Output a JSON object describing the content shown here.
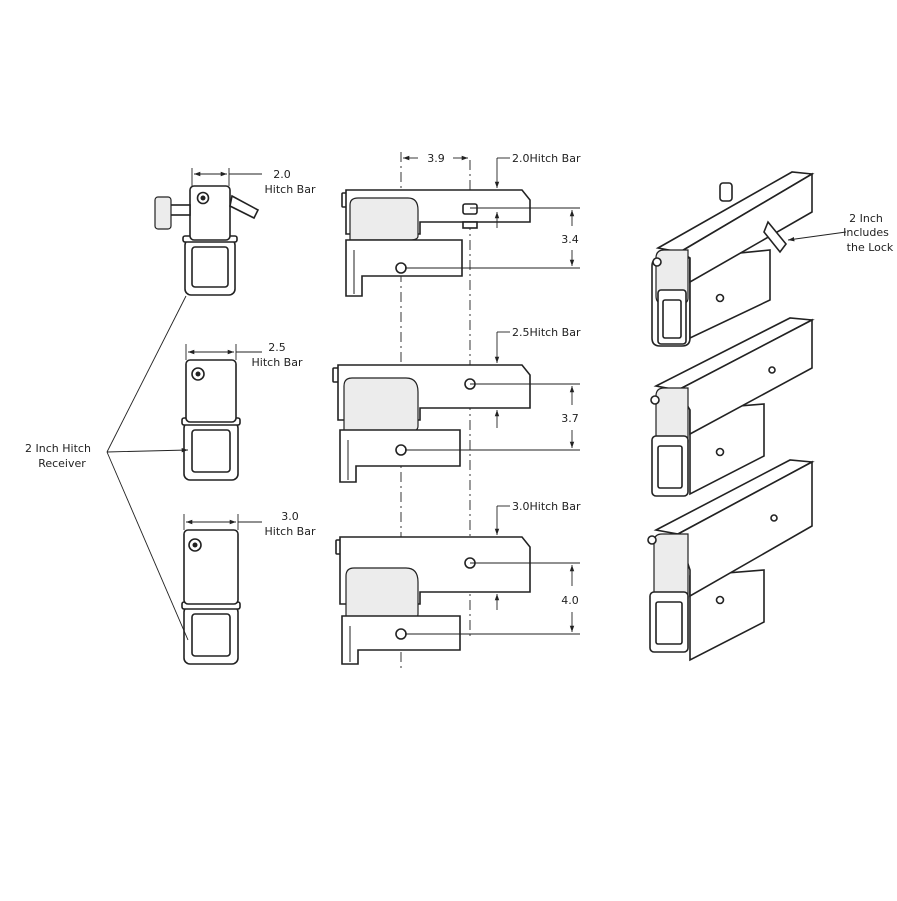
{
  "front_views": [
    {
      "dim_value": "2.0",
      "dim_label": "Hitch Bar"
    },
    {
      "dim_value": "2.5",
      "dim_label": "Hitch Bar"
    },
    {
      "dim_value": "3.0",
      "dim_label": "Hitch Bar"
    }
  ],
  "receiver_callout": {
    "line1": "2 Inch Hitch",
    "line2": "Receiver"
  },
  "side_views": {
    "offset_value": "3.9",
    "items": [
      {
        "bar_label": "2.0Hitch Bar",
        "rise_value": "3.4"
      },
      {
        "bar_label": "2.5Hitch Bar",
        "rise_value": "3.7"
      },
      {
        "bar_label": "3.0Hitch Bar",
        "rise_value": "4.0"
      }
    ]
  },
  "lock_callout": {
    "line1": "2 Inch",
    "line2": "Includes",
    "line3": "the Lock"
  }
}
